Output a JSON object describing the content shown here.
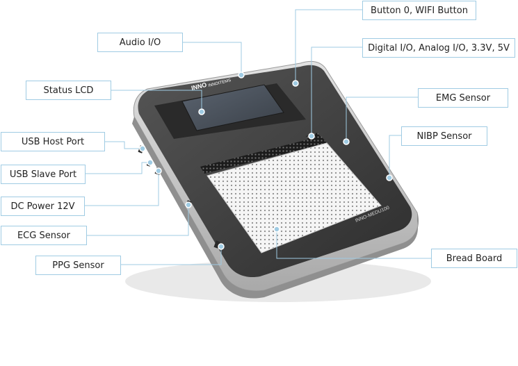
{
  "device": {
    "brand_logo": "INNO",
    "brand_name": "INNOITEMS",
    "model_label": "INNO-MEDU100"
  },
  "callouts": {
    "button_wifi": "Button 0, WIFI Button",
    "audio_io": "Audio I/O",
    "digital_analog_io": "Digital I/O, Analog I/O, 3.3V, 5V",
    "status_lcd": "Status LCD",
    "emg_sensor": "EMG Sensor",
    "nibp_sensor": "NIBP Sensor",
    "usb_host_port": "USB Host Port",
    "usb_slave_port": "USB Slave Port",
    "dc_power": "DC Power 12V",
    "ecg_sensor": "ECG Sensor",
    "ppg_sensor": "PPG Sensor",
    "bread_board": "Bread Board"
  },
  "colors": {
    "leader_line": "#9fcbe3",
    "marker_fill": "#9fcbe3",
    "device_body": "#c8c8c8",
    "device_top": "#3d3d3d",
    "breadboard": "#f4f4f4"
  }
}
